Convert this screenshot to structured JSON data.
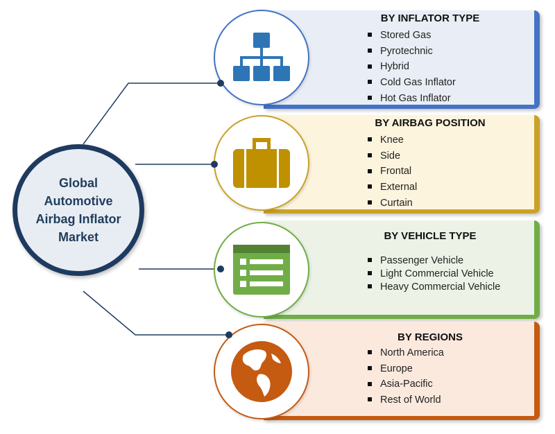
{
  "hub": {
    "title": "Global\nAutomotive\nAirbag Inflator\nMarket"
  },
  "segments": [
    {
      "title": "BY INFLATOR TYPE",
      "icon": "hierarchy-icon",
      "accent": "#4472c4",
      "fill": "#e9eef6",
      "items": [
        "Stored Gas",
        "Pyrotechnic",
        "Hybrid",
        "Cold Gas Inflator",
        "Hot Gas Inflator"
      ]
    },
    {
      "title": "BY AIRBAG POSITION",
      "icon": "suitcase-icon",
      "accent": "#c9a227",
      "fill": "#fdf4de",
      "items": [
        "Knee",
        "Side",
        "Frontal",
        "External",
        "Curtain"
      ]
    },
    {
      "title": "BY VEHICLE TYPE",
      "icon": "list-window-icon",
      "accent": "#70ad47",
      "fill": "#ecf3e6",
      "items": [
        "Passenger Vehicle",
        "Light Commercial Vehicle",
        "Heavy Commercial Vehicle"
      ]
    },
    {
      "title": "BY REGIONS",
      "icon": "globe-icon",
      "accent": "#c55a11",
      "fill": "#fbe9dd",
      "items": [
        "North America",
        "Europe",
        "Asia-Pacific",
        "Rest of World"
      ]
    }
  ]
}
